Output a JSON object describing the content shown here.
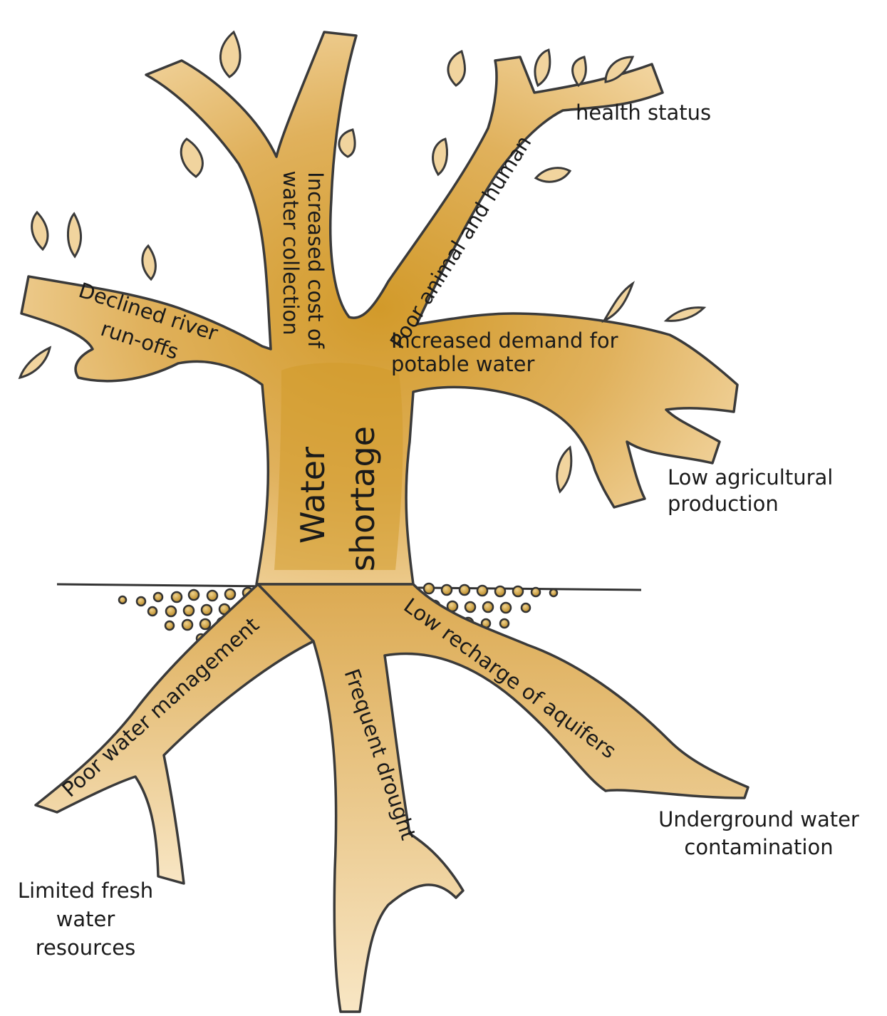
{
  "trunk": {
    "line1": "Water",
    "line2": "shortage"
  },
  "effects": {
    "cost": {
      "line1": "Increased cost of",
      "line2": "water collection"
    },
    "health": {
      "part1": "Poor animal and human",
      "part2": "health status"
    },
    "river": {
      "line1": "Declined river",
      "line2": "run-offs"
    },
    "demand": {
      "line1": "Increased demand for",
      "line2": "potable water"
    },
    "agri": {
      "line1": "Low agricultural",
      "line2": "production"
    }
  },
  "causes": {
    "management": "Poor water management",
    "drought": "Frequent drought",
    "recharge": "Low recharge of aquifers",
    "limited": {
      "line1": "Limited fresh",
      "line2": "water",
      "line3": "resources"
    },
    "contamination": {
      "line1": "Underground water",
      "line2": "contamination"
    }
  },
  "colors": {
    "trunk": "#d4a03a",
    "branch": "#e9c07d",
    "branch_light": "#f6e2bd",
    "outline": "#3a3a3a",
    "leaf": "#f1d49e",
    "pebble": "#c9952f"
  }
}
